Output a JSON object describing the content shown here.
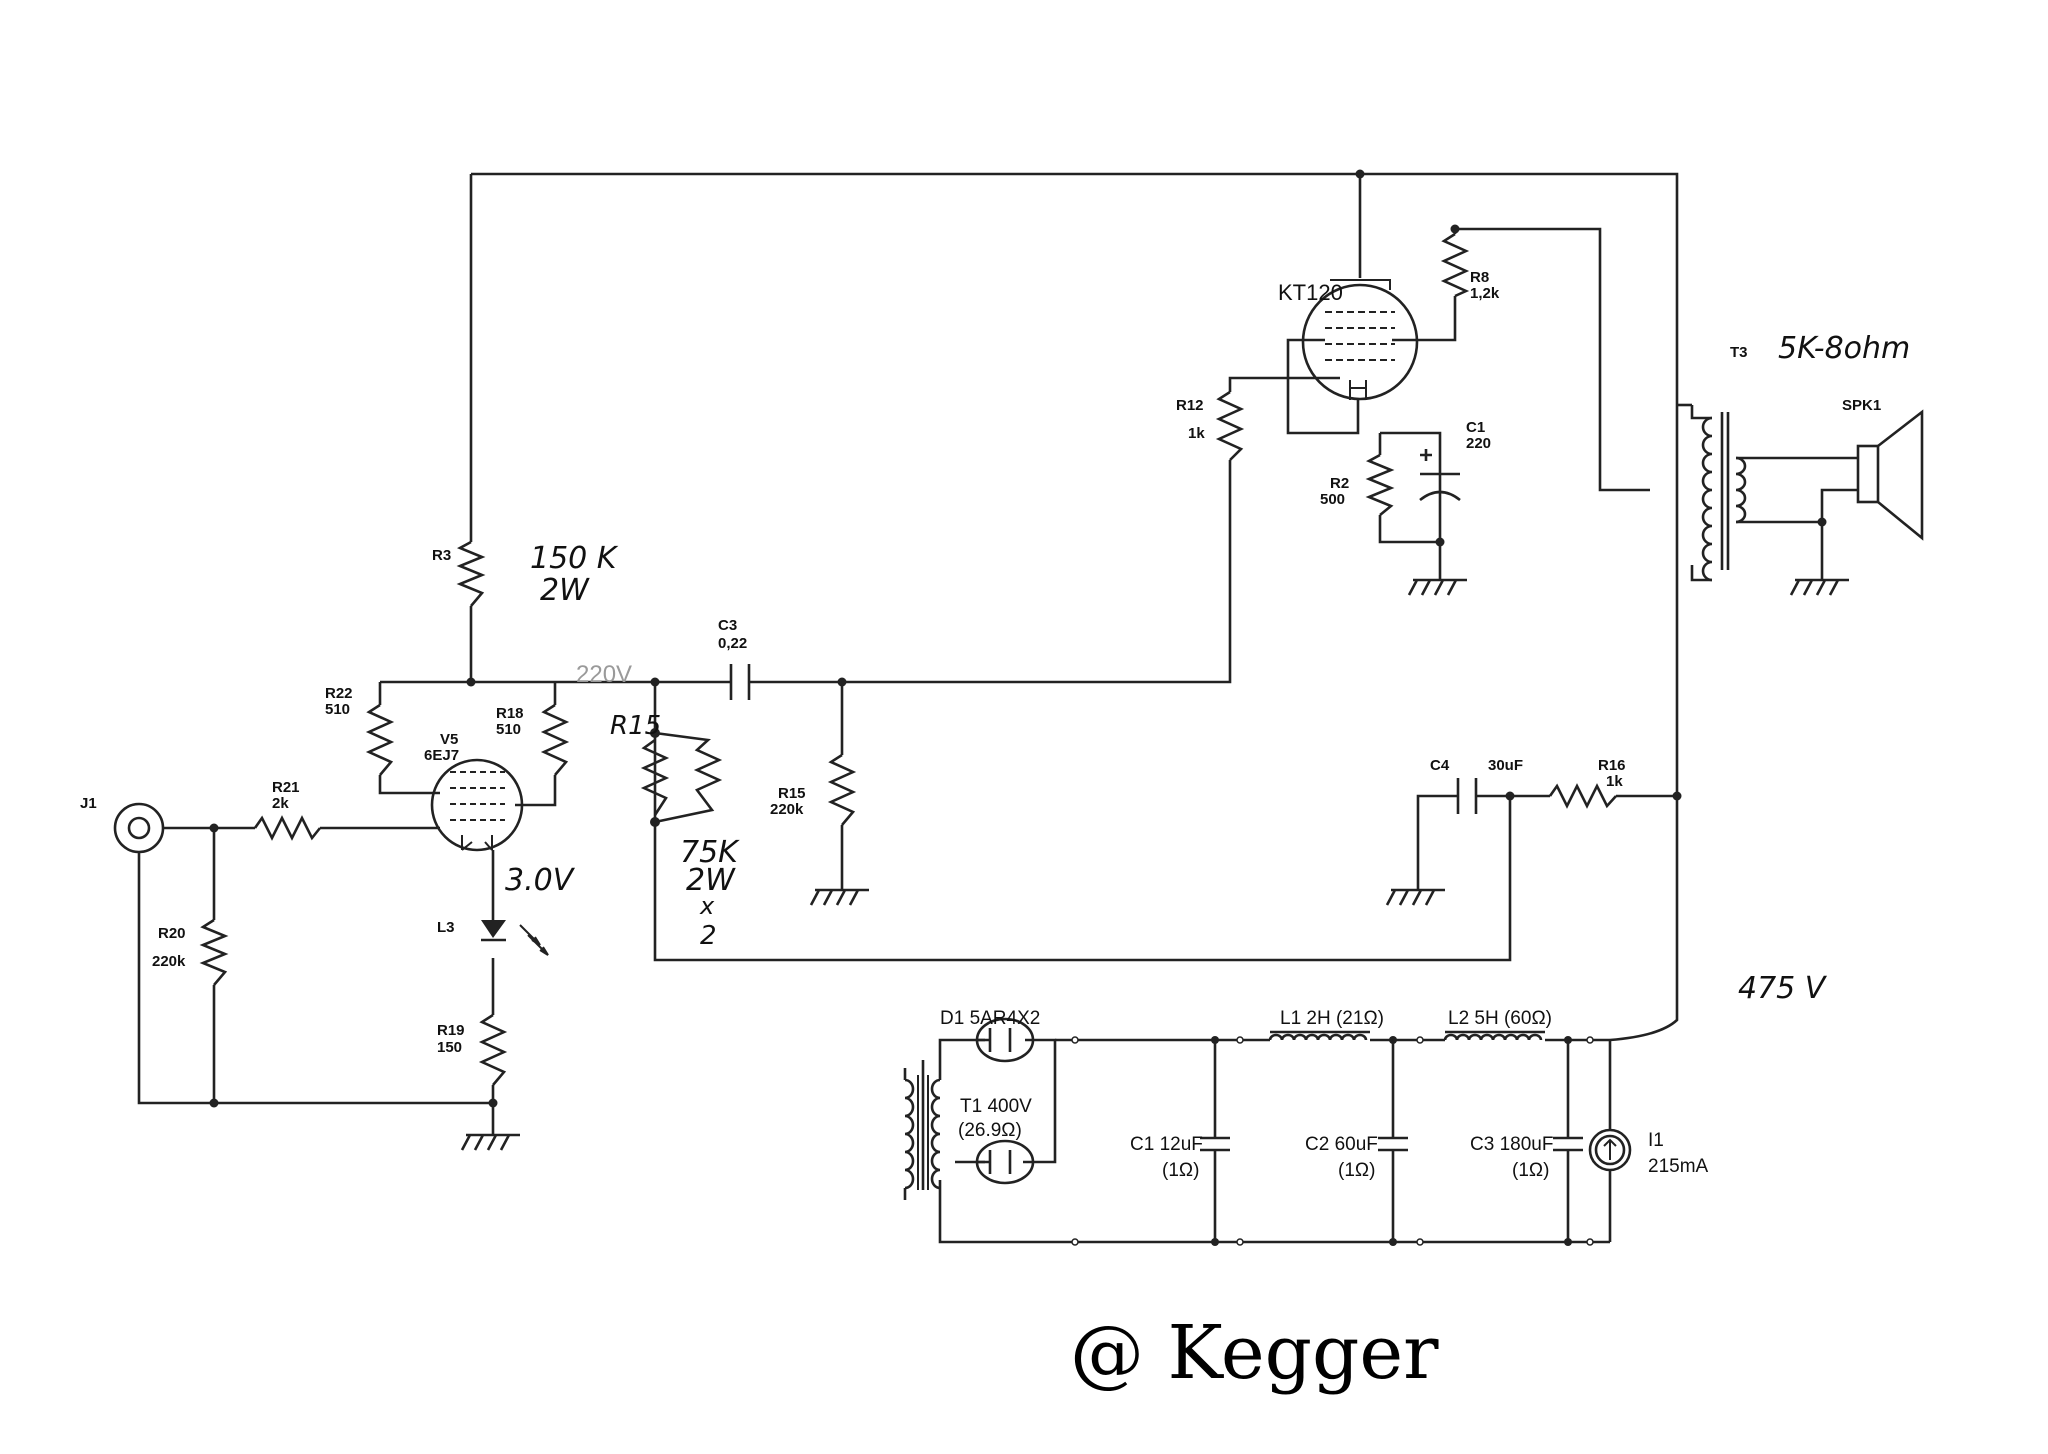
{
  "watermark": "@ Kegger",
  "components": {
    "J1": "J1",
    "R21": {
      "name": "R21",
      "value": "2k"
    },
    "R20": {
      "name": "R20",
      "value": "220k"
    },
    "R22": {
      "name": "R22",
      "value": "510"
    },
    "R18": {
      "name": "R18",
      "value": "510"
    },
    "V5": {
      "name": "V5",
      "value": "6EJ7"
    },
    "R3": "R3",
    "L3": "L3",
    "R19": {
      "name": "R19",
      "value": "150"
    },
    "C3": {
      "name": "C3",
      "value": "0,22"
    },
    "R15b": {
      "name": "R15",
      "value": "220k"
    },
    "R12": {
      "name": "R12",
      "value": "1k"
    },
    "R8": {
      "name": "R8",
      "value": "1,2k"
    },
    "R2": {
      "name": "R2",
      "value": "500"
    },
    "C1": {
      "name": "C1",
      "value": "220"
    },
    "KT120": "KT120",
    "T3": "T3",
    "SPK1": "SPK1",
    "C4": {
      "name": "C4",
      "value": "30uF"
    },
    "R16": {
      "name": "R16",
      "value": "1k"
    }
  },
  "handwritten": {
    "r3_value": "150 K",
    "r3_power": "2W",
    "r15_label": "R15",
    "r15_value": "75K",
    "r15_power": "2W",
    "r15_mult_x": "x",
    "r15_mult_n": "2",
    "cathode_voltage": "3.0V",
    "transformer": "5K-8ohm",
    "supply_voltage": "475 V"
  },
  "plate_voltage": "220V",
  "psu": {
    "d1": "D1 5AR4X2",
    "t1_name": "T1 400V",
    "t1_res": "(26.9Ω)",
    "l1": "L1 2H (21Ω)",
    "l2": "L2 5H (60Ω)",
    "c1_name": "C1 12uF",
    "c1_esr": "(1Ω)",
    "c2_name": "C2 60uF",
    "c2_esr": "(1Ω)",
    "c3_name": "C3 180uF",
    "c3_esr": "(1Ω)",
    "i1_name": "I1",
    "i1_value": "215mA"
  }
}
